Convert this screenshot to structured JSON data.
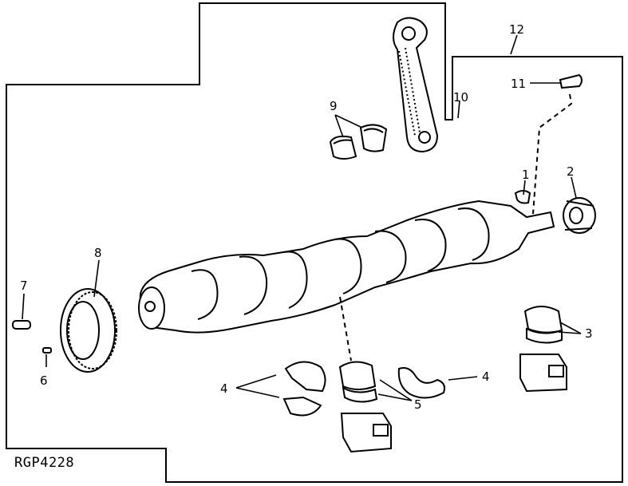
{
  "figure_id": "RGP4228",
  "callouts": {
    "c1": "1",
    "c2": "2",
    "c3": "3",
    "c4a": "4",
    "c4b": "4",
    "c5": "5",
    "c6": "6",
    "c7": "7",
    "c8": "8",
    "c9": "9",
    "c10": "10",
    "c11": "11",
    "c12": "12"
  }
}
